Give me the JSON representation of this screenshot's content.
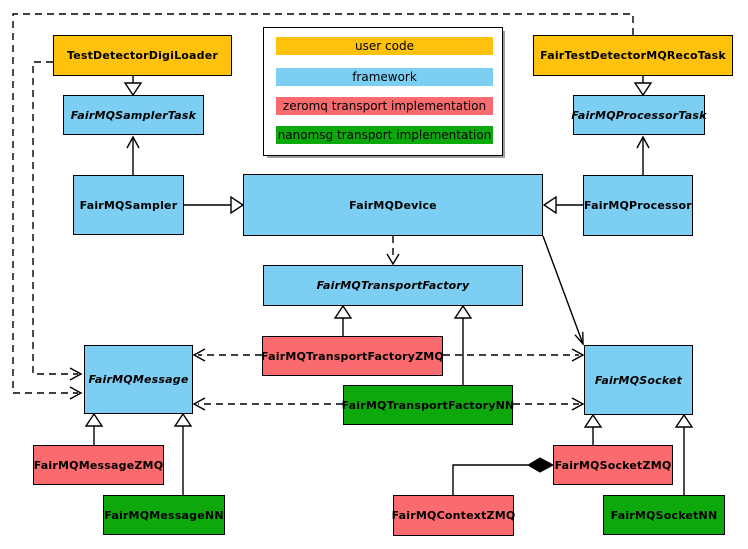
{
  "legend": {
    "items": [
      {
        "label": "user code",
        "color": "#FEC20D"
      },
      {
        "label": "framework",
        "color": "#7CCEF3"
      },
      {
        "label": "zeromq transport implementation",
        "color": "#F96B6E"
      },
      {
        "label": "nanomsg transport implementation",
        "color": "#0CA80C"
      }
    ]
  },
  "nodes": [
    {
      "label": "TestDetectorDigiLoader",
      "category": "user code",
      "abstract": false
    },
    {
      "label": "FairTestDetectorMQRecoTask",
      "category": "user code",
      "abstract": false
    },
    {
      "label": "FairMQSamplerTask",
      "category": "framework",
      "abstract": true
    },
    {
      "label": "FairMQProcessorTask",
      "category": "framework",
      "abstract": true
    },
    {
      "label": "FairMQSampler",
      "category": "framework",
      "abstract": false
    },
    {
      "label": "FairMQDevice",
      "category": "framework",
      "abstract": false
    },
    {
      "label": "FairMQProcessor",
      "category": "framework",
      "abstract": false
    },
    {
      "label": "FairMQTransportFactory",
      "category": "framework",
      "abstract": true
    },
    {
      "label": "FairMQMessage",
      "category": "framework",
      "abstract": true
    },
    {
      "label": "FairMQSocket",
      "category": "framework",
      "abstract": true
    },
    {
      "label": "FairMQTransportFactoryZMQ",
      "category": "zeromq transport implementation",
      "abstract": false
    },
    {
      "label": "FairMQTransportFactoryNN",
      "category": "nanomsg transport implementation",
      "abstract": false
    },
    {
      "label": "FairMQMessageZMQ",
      "category": "zeromq transport implementation",
      "abstract": false
    },
    {
      "label": "FairMQMessageNN",
      "category": "nanomsg transport implementation",
      "abstract": false
    },
    {
      "label": "FairMQSocketZMQ",
      "category": "zeromq transport implementation",
      "abstract": false
    },
    {
      "label": "FairMQSocketNN",
      "category": "nanomsg transport implementation",
      "abstract": false
    },
    {
      "label": "FairMQContextZMQ",
      "category": "zeromq transport implementation",
      "abstract": false
    }
  ],
  "edges": [
    {
      "from": "TestDetectorDigiLoader",
      "to": "FairMQSamplerTask",
      "type": "inheritance"
    },
    {
      "from": "FairTestDetectorMQRecoTask",
      "to": "FairMQProcessorTask",
      "type": "inheritance"
    },
    {
      "from": "FairMQSampler",
      "to": "FairMQSamplerTask",
      "type": "association"
    },
    {
      "from": "FairMQProcessor",
      "to": "FairMQProcessorTask",
      "type": "association"
    },
    {
      "from": "FairMQSampler",
      "to": "FairMQDevice",
      "type": "inheritance"
    },
    {
      "from": "FairMQProcessor",
      "to": "FairMQDevice",
      "type": "inheritance"
    },
    {
      "from": "FairMQDevice",
      "to": "FairMQTransportFactory",
      "type": "dependency"
    },
    {
      "from": "FairMQDevice",
      "to": "FairMQSocket",
      "type": "association"
    },
    {
      "from": "FairMQTransportFactoryZMQ",
      "to": "FairMQTransportFactory",
      "type": "inheritance"
    },
    {
      "from": "FairMQTransportFactoryNN",
      "to": "FairMQTransportFactory",
      "type": "inheritance"
    },
    {
      "from": "FairMQTransportFactoryZMQ",
      "to": "FairMQMessage",
      "type": "dependency"
    },
    {
      "from": "FairMQTransportFactoryZMQ",
      "to": "FairMQSocket",
      "type": "dependency"
    },
    {
      "from": "FairMQTransportFactoryNN",
      "to": "FairMQMessage",
      "type": "dependency"
    },
    {
      "from": "FairMQTransportFactoryNN",
      "to": "FairMQSocket",
      "type": "dependency"
    },
    {
      "from": "FairMQMessageZMQ",
      "to": "FairMQMessage",
      "type": "inheritance"
    },
    {
      "from": "FairMQMessageNN",
      "to": "FairMQMessage",
      "type": "inheritance"
    },
    {
      "from": "FairMQSocketZMQ",
      "to": "FairMQSocket",
      "type": "inheritance"
    },
    {
      "from": "FairMQSocketNN",
      "to": "FairMQSocket",
      "type": "inheritance"
    },
    {
      "from": "TestDetectorDigiLoader",
      "to": "FairMQMessage",
      "type": "dependency"
    },
    {
      "from": "FairTestDetectorMQRecoTask",
      "to": "FairMQMessage",
      "type": "dependency"
    },
    {
      "from": "FairMQContextZMQ",
      "to": "FairMQSocketZMQ",
      "type": "composition"
    }
  ],
  "colors": {
    "user_code": "#FEC20D",
    "framework": "#7CCEF3",
    "zeromq": "#F96B6E",
    "nanomsg": "#0CA80C",
    "line": "#000000",
    "background": "#FFFFFF",
    "legend_shadow": "#9E9E9E"
  }
}
